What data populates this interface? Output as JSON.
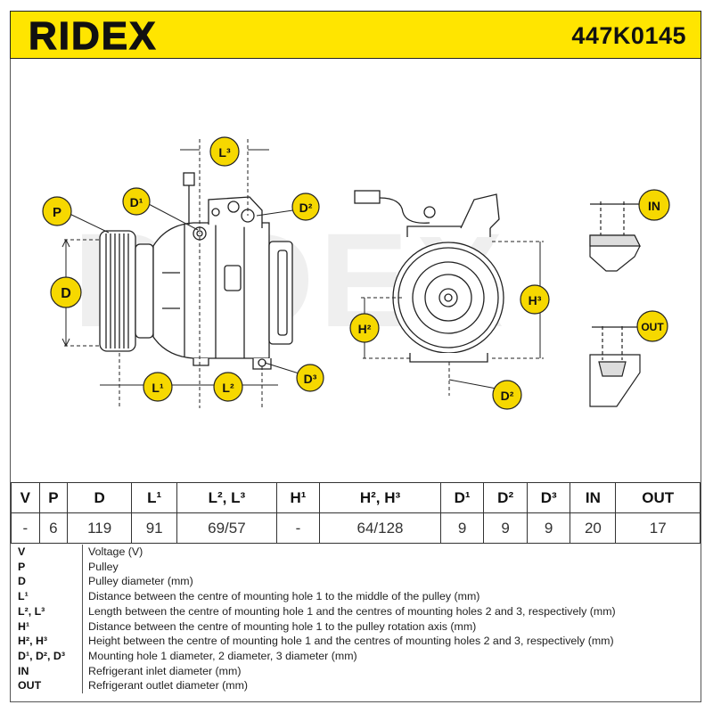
{
  "header": {
    "brand": "RIDEX",
    "part_number": "447K0145",
    "background_color": "#ffe500"
  },
  "drawing": {
    "callouts": {
      "p": "P",
      "d": "D",
      "d1_top": "D¹",
      "d2_top": "D²",
      "d3": "D³",
      "l1": "L¹",
      "l2": "L²",
      "l3": "L³",
      "h2": "H²",
      "h3": "H³",
      "d2_front": "D²",
      "in": "IN",
      "out": "OUT"
    },
    "callout_color": "#f6d800"
  },
  "spec_table": {
    "headers": [
      "V",
      "P",
      "D",
      "L¹",
      "L², L³",
      "H¹",
      "H², H³",
      "D¹",
      "D²",
      "D³",
      "IN",
      "OUT"
    ],
    "values": [
      "-",
      "6",
      "119",
      "91",
      "69/57",
      "-",
      "64/128",
      "9",
      "9",
      "9",
      "20",
      "17"
    ]
  },
  "legend": [
    {
      "abbr": "V",
      "desc": "Voltage (V)"
    },
    {
      "abbr": "P",
      "desc": "Pulley"
    },
    {
      "abbr": "D",
      "desc": "Pulley diameter (mm)"
    },
    {
      "abbr": "L¹",
      "desc": "Distance between the centre of mounting hole 1 to the middle of the pulley (mm)"
    },
    {
      "abbr": "L², L³",
      "desc": "Length between the centre of mounting hole 1 and the centres of mounting holes 2 and 3, respectively (mm)"
    },
    {
      "abbr": "H¹",
      "desc": "Distance between the centre of mounting hole 1 to the pulley rotation axis (mm)"
    },
    {
      "abbr": "H², H³",
      "desc": "Height between the centre of mounting hole 1 and the centres of mounting holes 2 and 3, respectively (mm)"
    },
    {
      "abbr": "D¹, D², D³",
      "desc": "Mounting hole 1 diameter, 2 diameter, 3 diameter (mm)"
    },
    {
      "abbr": "IN",
      "desc": "Refrigerant inlet diameter (mm)"
    },
    {
      "abbr": "OUT",
      "desc": "Refrigerant outlet diameter (mm)"
    }
  ]
}
